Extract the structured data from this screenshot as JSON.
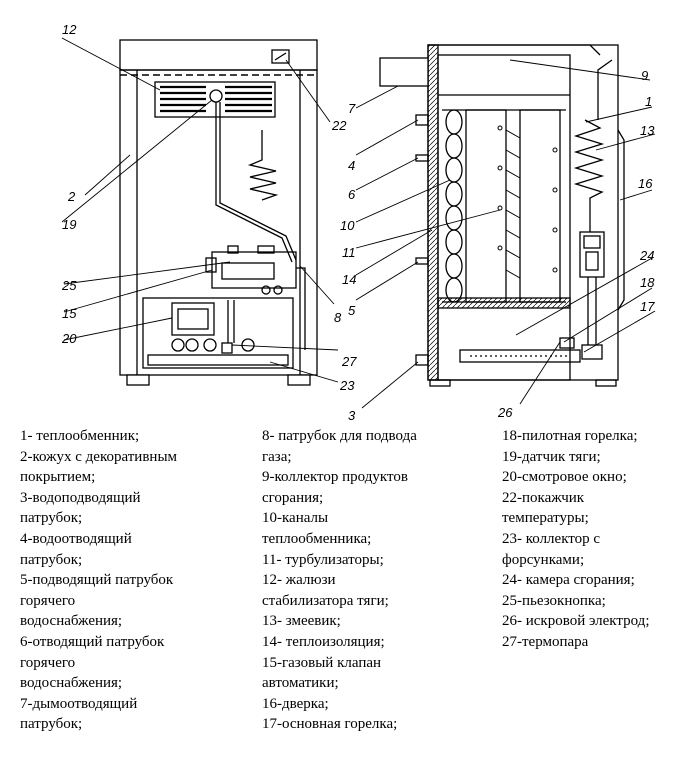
{
  "callouts": {
    "c1": "1",
    "c2": "2",
    "c3": "3",
    "c4": "4",
    "c5": "5",
    "c6": "6",
    "c7": "7",
    "c8": "8",
    "c9": "9",
    "c10": "10",
    "c11": "11",
    "c12": "12",
    "c13": "13",
    "c14": "14",
    "c15": "15",
    "c16": "16",
    "c17": "17",
    "c18": "18",
    "c19": "19",
    "c20": "20",
    "c22": "22",
    "c23": "23",
    "c24": "24",
    "c25": "25",
    "c26": "26",
    "c27": "27"
  },
  "legend": {
    "col1": [
      "1- теплообменник;",
      "2-кожух с декоративным",
      "покрытием;",
      "3-водоподводящий",
      "патрубок;",
      "4-водоотводящий",
      "патрубок;",
      "5-подводящий патрубок",
      "горячего",
      "водоснабжения;",
      "6-отводящий патрубок",
      "горячего",
      "водоснабжения;",
      "7-дымоотводящий",
      "патрубок;"
    ],
    "col2": [
      "8- патрубок для подвода",
      "газа;",
      "9-коллектор продуктов",
      "сгорания;",
      "10-каналы",
      "теплообменника;",
      "11- турбулизаторы;",
      "12- жалюзи",
      "стабилизатора тяги;",
      "13- змеевик;",
      "14- теплоизоляция;",
      "15-газовый клапан",
      "автоматики;",
      "16-дверка;",
      "17-основная горелка;"
    ],
    "col3": [
      "18-пилотная горелка;",
      "19-датчик тяги;",
      "20-смотровое окно;",
      "22-покажчик",
      "температуры;",
      "23- коллектор с",
      "форсунками;",
      "24- камера сгорания;",
      "25-пьезокнопка;",
      "26- искровой электрод;",
      "27-термопара"
    ]
  }
}
